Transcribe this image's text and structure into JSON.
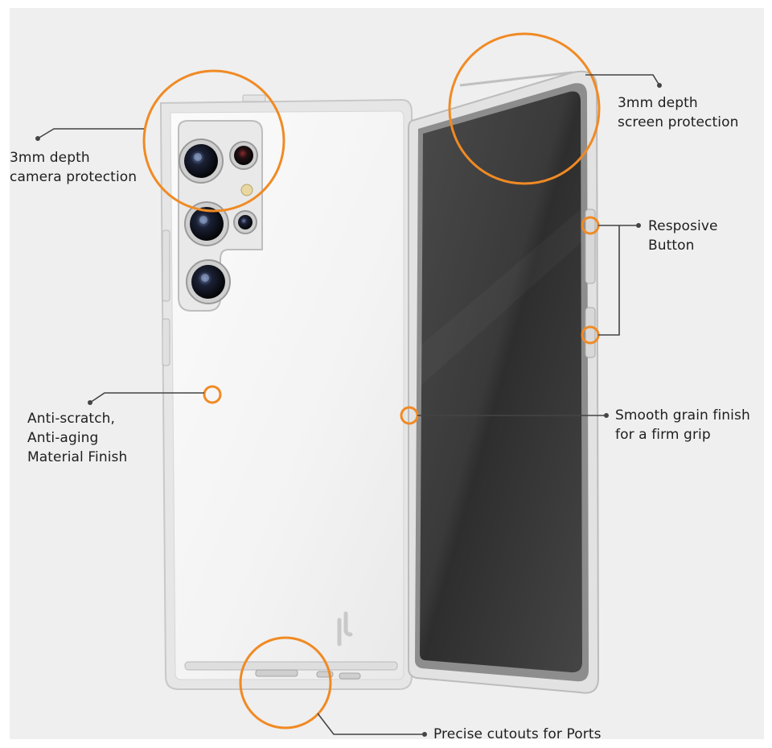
{
  "annotations": {
    "camera": "3mm depth\ncamera protection",
    "screen": "3mm depth\nscreen protection",
    "button": "Resposive\nButton",
    "material": "Anti-scratch,\nAnti-aging\nMaterial Finish",
    "grip": "Smooth grain finish\nfor a firm grip",
    "ports": "Precise cutouts for Ports"
  },
  "colors": {
    "accent": "#F08A24",
    "leader": "#444444",
    "background": "#EFEFEF"
  }
}
